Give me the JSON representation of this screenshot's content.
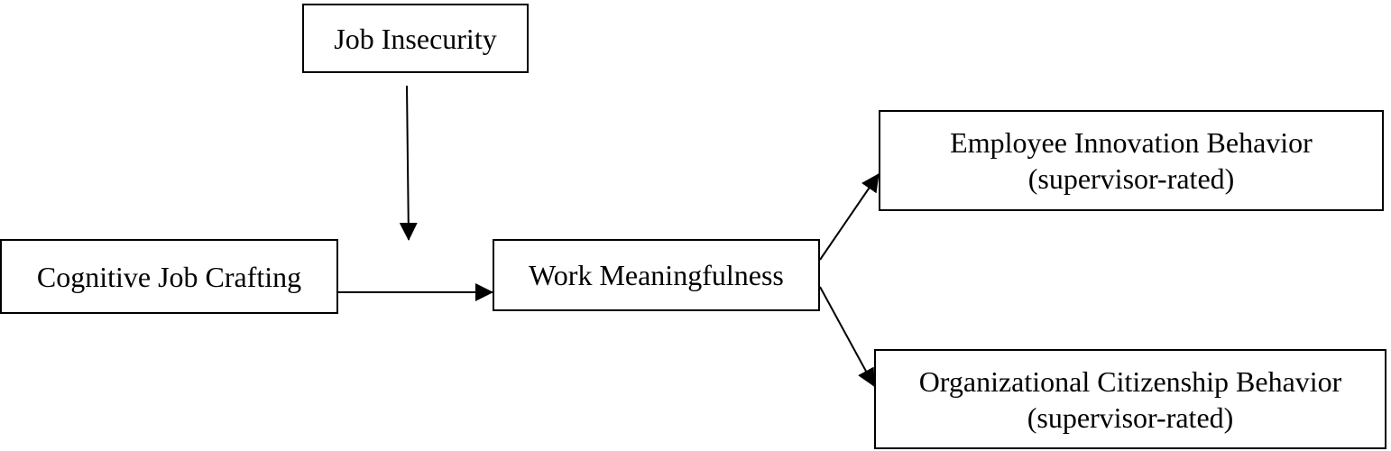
{
  "nodes": {
    "job_insecurity": {
      "label": "Job Insecurity"
    },
    "cognitive_job_crafting": {
      "label": "Cognitive Job Crafting"
    },
    "work_meaningfulness": {
      "label": "Work Meaningfulness"
    },
    "employee_innovation_behavior": {
      "label": "Employee Innovation Behavior",
      "sublabel": "(supervisor-rated)"
    },
    "organizational_citizenship_behavior": {
      "label": "Organizational Citizenship Behavior",
      "sublabel": "(supervisor-rated)"
    }
  },
  "edges": [
    {
      "from": "cognitive_job_crafting",
      "to": "work_meaningfulness"
    },
    {
      "from": "job_insecurity",
      "to": "cognitive_job_crafting->work_meaningfulness",
      "kind": "moderation"
    },
    {
      "from": "work_meaningfulness",
      "to": "employee_innovation_behavior"
    },
    {
      "from": "work_meaningfulness",
      "to": "organizational_citizenship_behavior"
    }
  ],
  "colors": {
    "line": "#000000",
    "background": "#ffffff"
  }
}
